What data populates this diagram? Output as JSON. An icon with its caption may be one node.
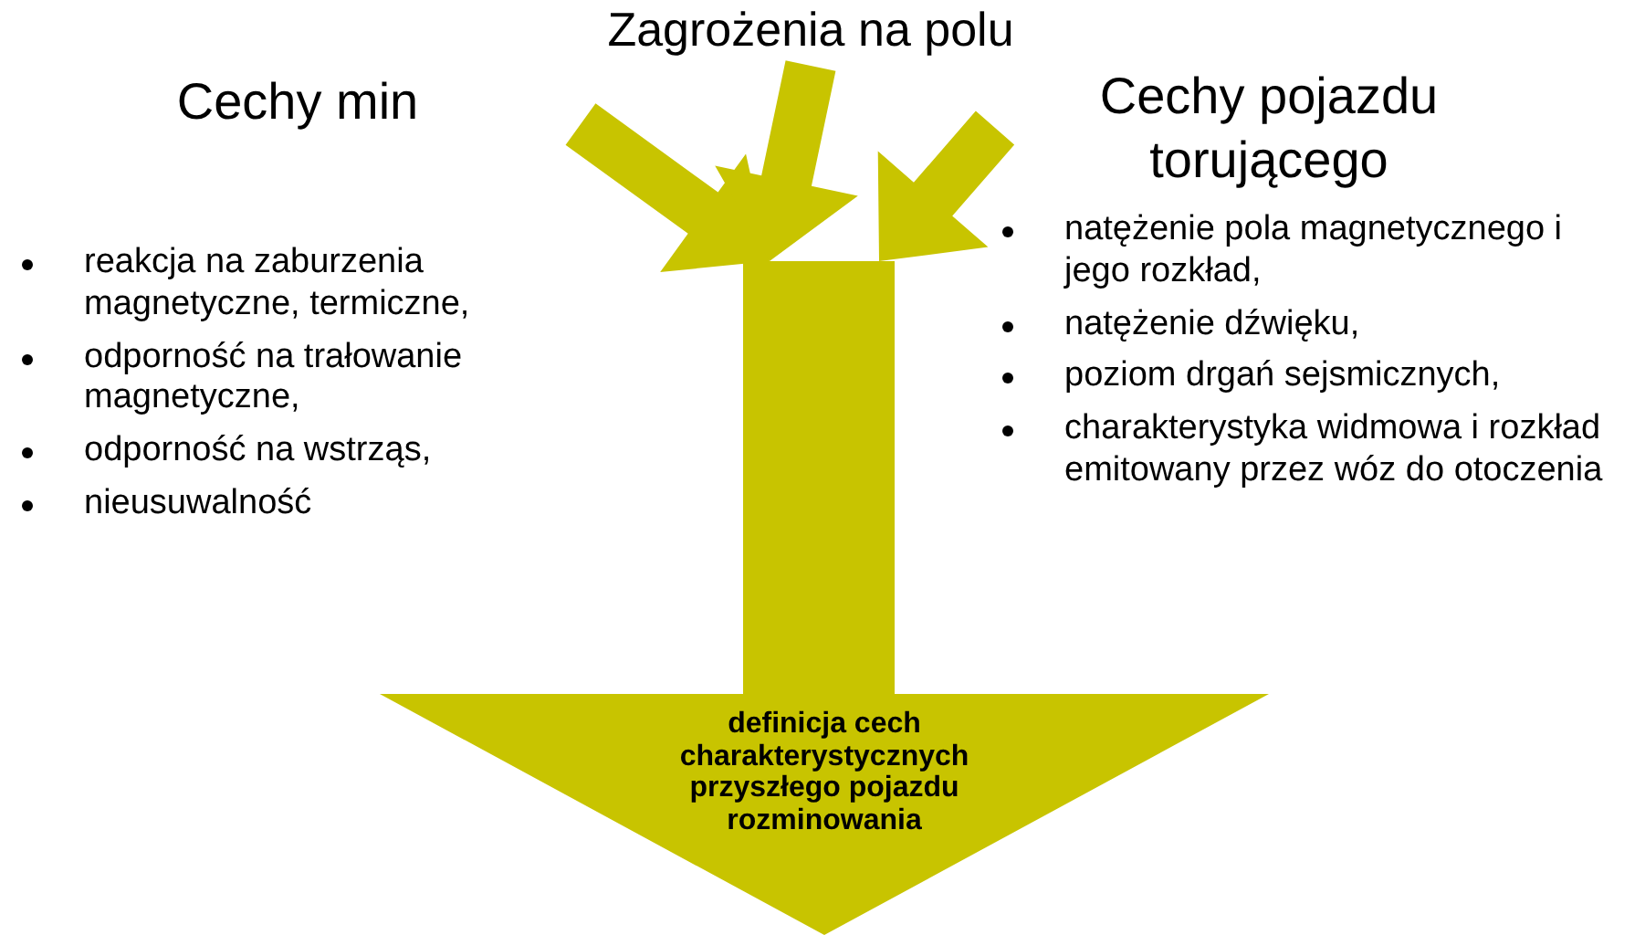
{
  "diagram": {
    "nodes": [
      {
        "text": [
          "Cechy min",
          "reakcja na zaburzenia magnetyczne, termiczne,",
          "odporność na trałowanie magnetyczne,",
          "odporność na wstrząs,",
          "nieusuwalność"
        ]
      },
      {
        "text": [
          "Zagrożenia na polu"
        ]
      },
      {
        "text": [
          "Cechy pojazdu torującego",
          "natężenie pola magnetycznego i jego rozkład,",
          "natężenie dźwięku,",
          "poziom drgań sejsmicznych,",
          "charakterystyka widmowa i rozkład emitowany przez wóz do otoczenia"
        ]
      },
      {
        "text": [
          "definicja cech charakterystycznych przyszłego pojazdu rozminowania"
        ]
      }
    ],
    "edges": [
      {
        "from": 0,
        "to": 3,
        "arrow": "to"
      },
      {
        "from": 1,
        "to": 3,
        "arrow": "to"
      },
      {
        "from": 2,
        "to": 3,
        "arrow": "to"
      }
    ]
  }
}
